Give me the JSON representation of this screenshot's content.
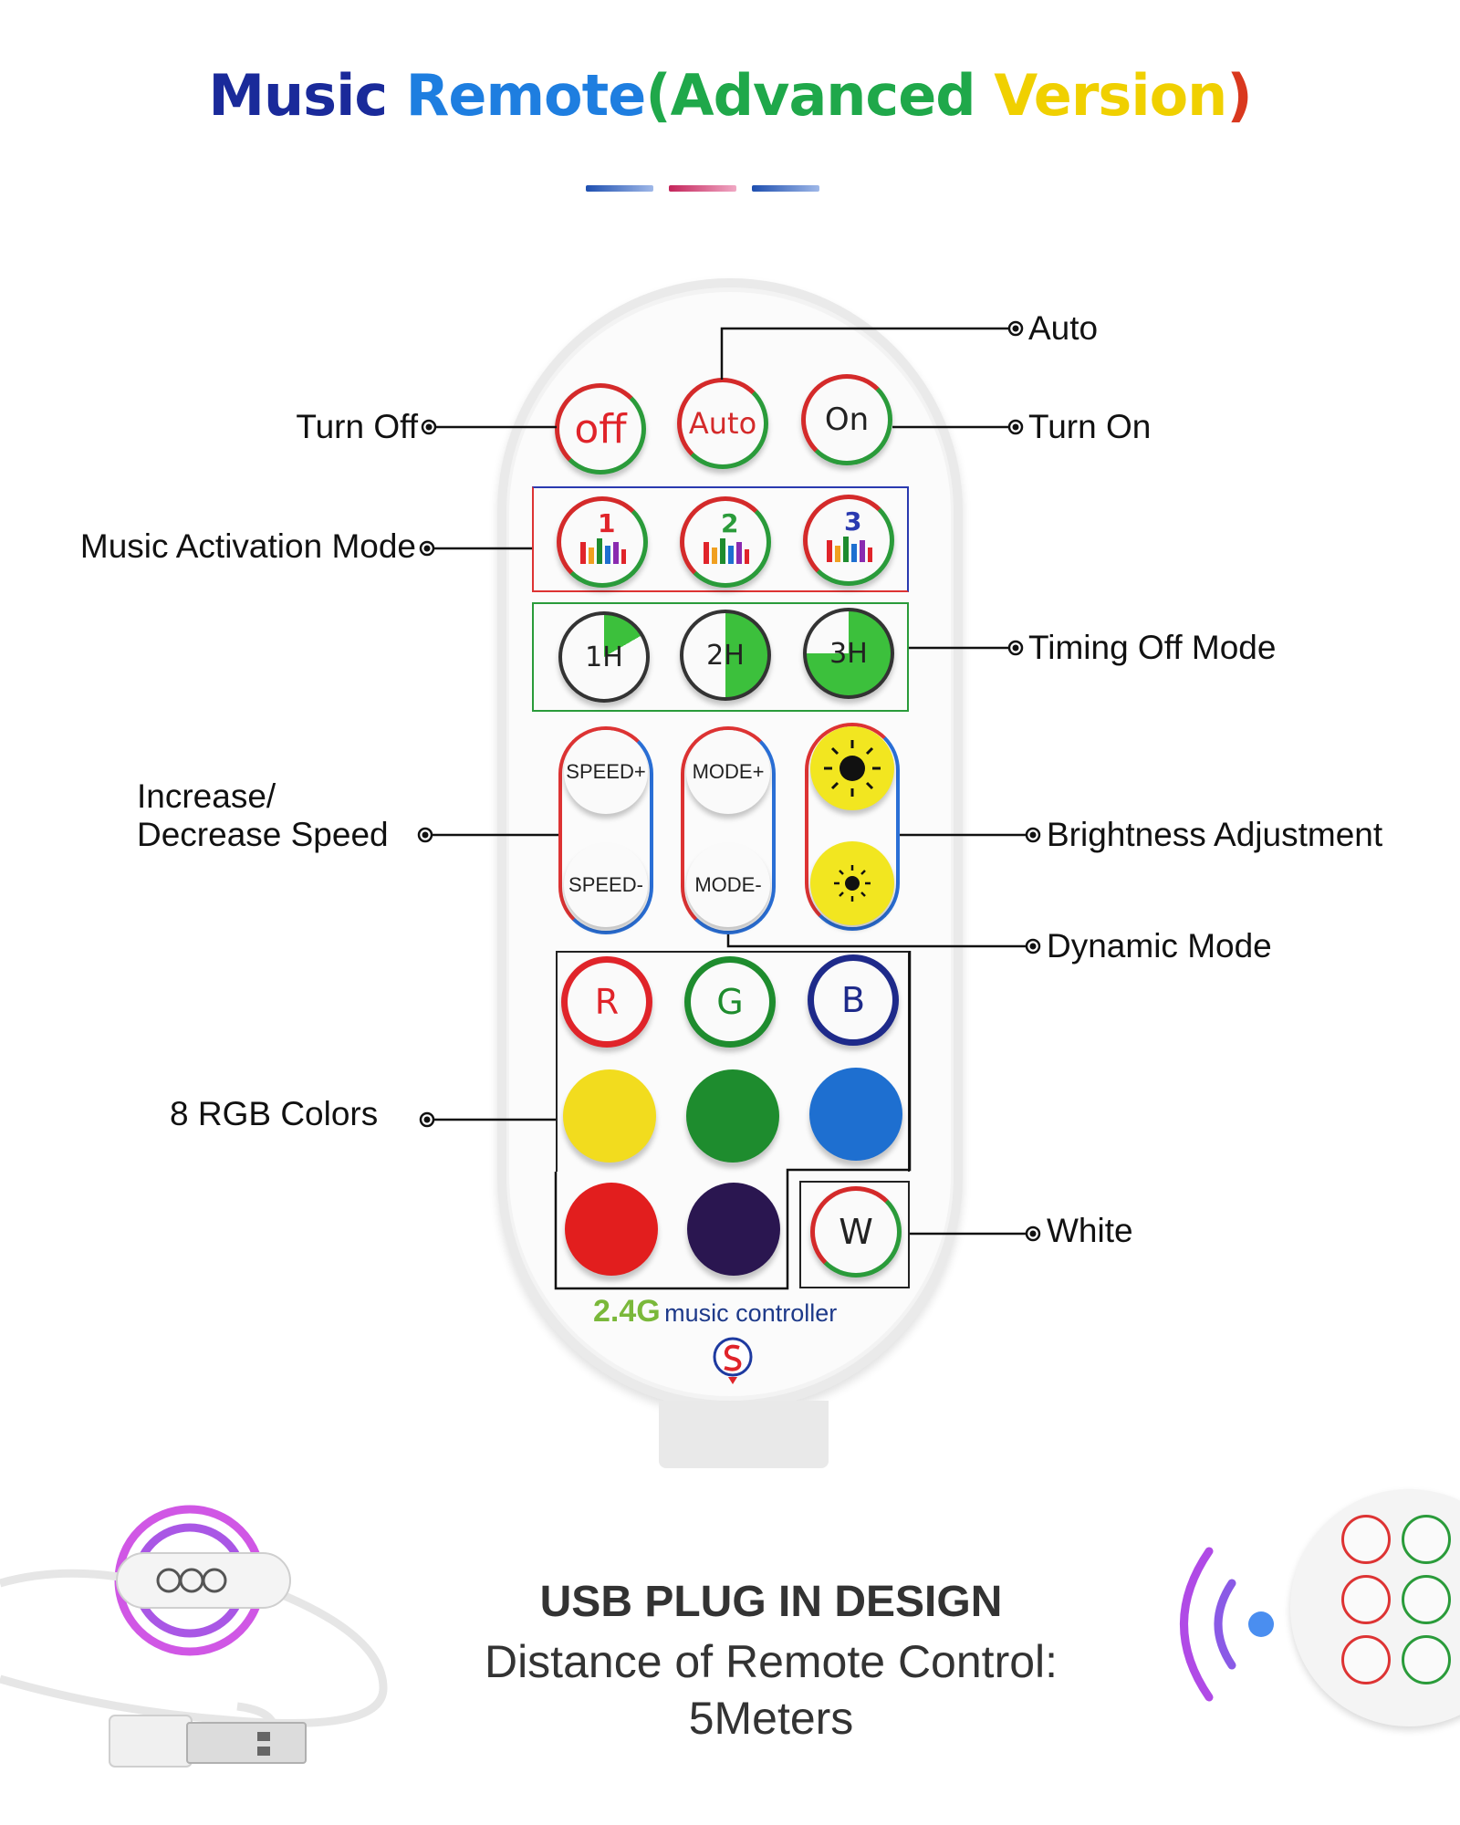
{
  "title": {
    "part1": "Music ",
    "part2": "Remote",
    "part3": "(Advanced ",
    "part4": "Version",
    "part5": ")",
    "colors": {
      "part1": "#1a2a9a",
      "part2": "#1e7ee0",
      "part3": "#1fa84a",
      "part4": "#f0d000",
      "part5": "#d9381e"
    }
  },
  "labels": {
    "auto": "Auto",
    "turn_off": "Turn Off",
    "turn_on": "Turn On",
    "music_activation": "Music Activation Mode",
    "timing_off": "Timing Off Mode",
    "speed_line1": "Increase/",
    "speed_line2": "Decrease Speed",
    "brightness": "Brightness Adjustment",
    "dynamic": "Dynamic Mode",
    "rgb_colors": "8 RGB Colors",
    "white": "White"
  },
  "remote": {
    "btn_off": "off",
    "btn_auto": "Auto",
    "btn_on": "On",
    "music_1": "1",
    "music_2": "2",
    "music_3": "3",
    "timer_1": "1H",
    "timer_2": "2H",
    "timer_3": "3H",
    "speed_plus": "SPEED+",
    "speed_minus": "SPEED-",
    "mode_plus": "MODE+",
    "mode_minus": "MODE-",
    "btn_r": "R",
    "btn_g": "G",
    "btn_b": "B",
    "btn_w": "W",
    "brand_24g": "2.4G",
    "brand_text": "music controller",
    "colors": [
      "#f2dc1e",
      "#1e8c2e",
      "#1e6fd0",
      "#e21e1e",
      "#2a1650"
    ]
  },
  "bottom": {
    "heading": "USB PLUG IN DESIGN",
    "line1": "Distance of Remote Control:",
    "line2": "5Meters"
  }
}
